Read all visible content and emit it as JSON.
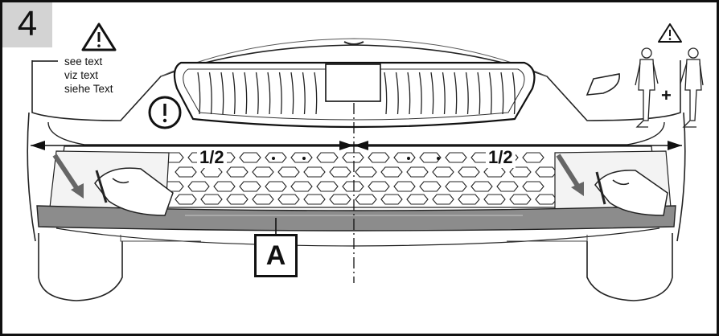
{
  "step_number": "4",
  "warning_note": {
    "lines": [
      "see text",
      "viz text",
      "siehe Text"
    ]
  },
  "measure": {
    "left_label": "1/2",
    "right_label": "1/2"
  },
  "part_label": "A",
  "persons_join": "+",
  "icons": {
    "warning_left": "warning-triangle-icon",
    "warning_right": "warning-triangle-icon",
    "attention": "exclamation-circle-icon"
  },
  "colors": {
    "line": "#111111",
    "step_box": "#d3d3d3",
    "part_fill": "#8c8c8c"
  }
}
